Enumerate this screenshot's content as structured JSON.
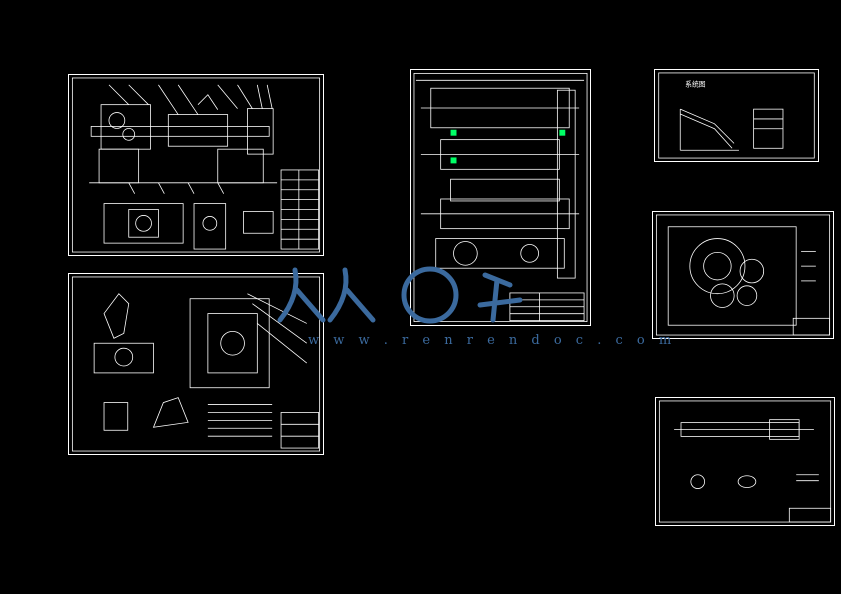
{
  "window": {
    "title": "CAD drawing viewer"
  },
  "sheets": [
    {
      "id": "lathe-assembly",
      "kind": "assembly drawing"
    },
    {
      "id": "tool-details",
      "kind": "part drawings"
    },
    {
      "id": "gearbox-section",
      "kind": "sectional assembly"
    },
    {
      "id": "chart-sheet",
      "kind": "diagram sheet"
    },
    {
      "id": "gear-train",
      "kind": "gear layout"
    },
    {
      "id": "shaft-detail",
      "kind": "part drawing"
    }
  ],
  "chart_sheet_heading": "系统图",
  "watermark": {
    "logo_text": "人人文库",
    "url": "w w w . r e n r e n d o c . c o m",
    "color": "#3b6a9e"
  },
  "colors": {
    "background": "#000000",
    "line": "#ffffff",
    "highlight": "#00ff66"
  }
}
